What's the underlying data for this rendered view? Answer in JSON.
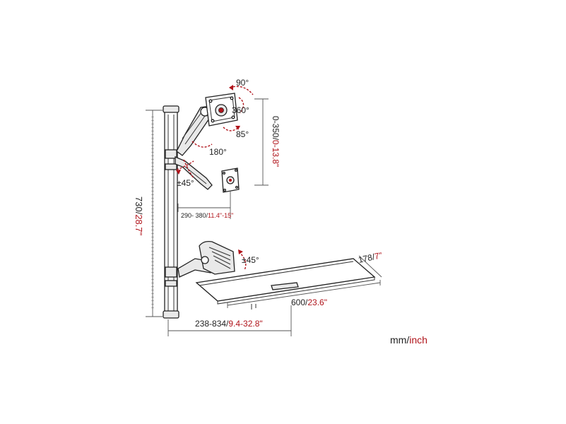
{
  "labels": {
    "tilt_up": "90°",
    "rotate": "360°",
    "tilt_down": "85°",
    "swivel_arm": "180°",
    "swivel_lower": "±45°",
    "swivel_tray": "±45°",
    "height_adj_black": "0-350/",
    "height_adj_red": "0-13.8\"",
    "pole_height_black": "730/",
    "pole_height_red": "28.7\"",
    "arm_reach_black": "290- 380/",
    "arm_reach_red": "11.4\"-15\"",
    "tray_depth_black": "178/",
    "tray_depth_red": "7\"",
    "tray_width_black": "600/",
    "tray_width_red": "23.6\"",
    "tray_reach_black": "238-834/",
    "tray_reach_red": "9.4-32.8\"",
    "units_black": "mm/",
    "units_red": "inch"
  },
  "colors": {
    "accent_red": "#b0141b",
    "line": "#222222"
  }
}
